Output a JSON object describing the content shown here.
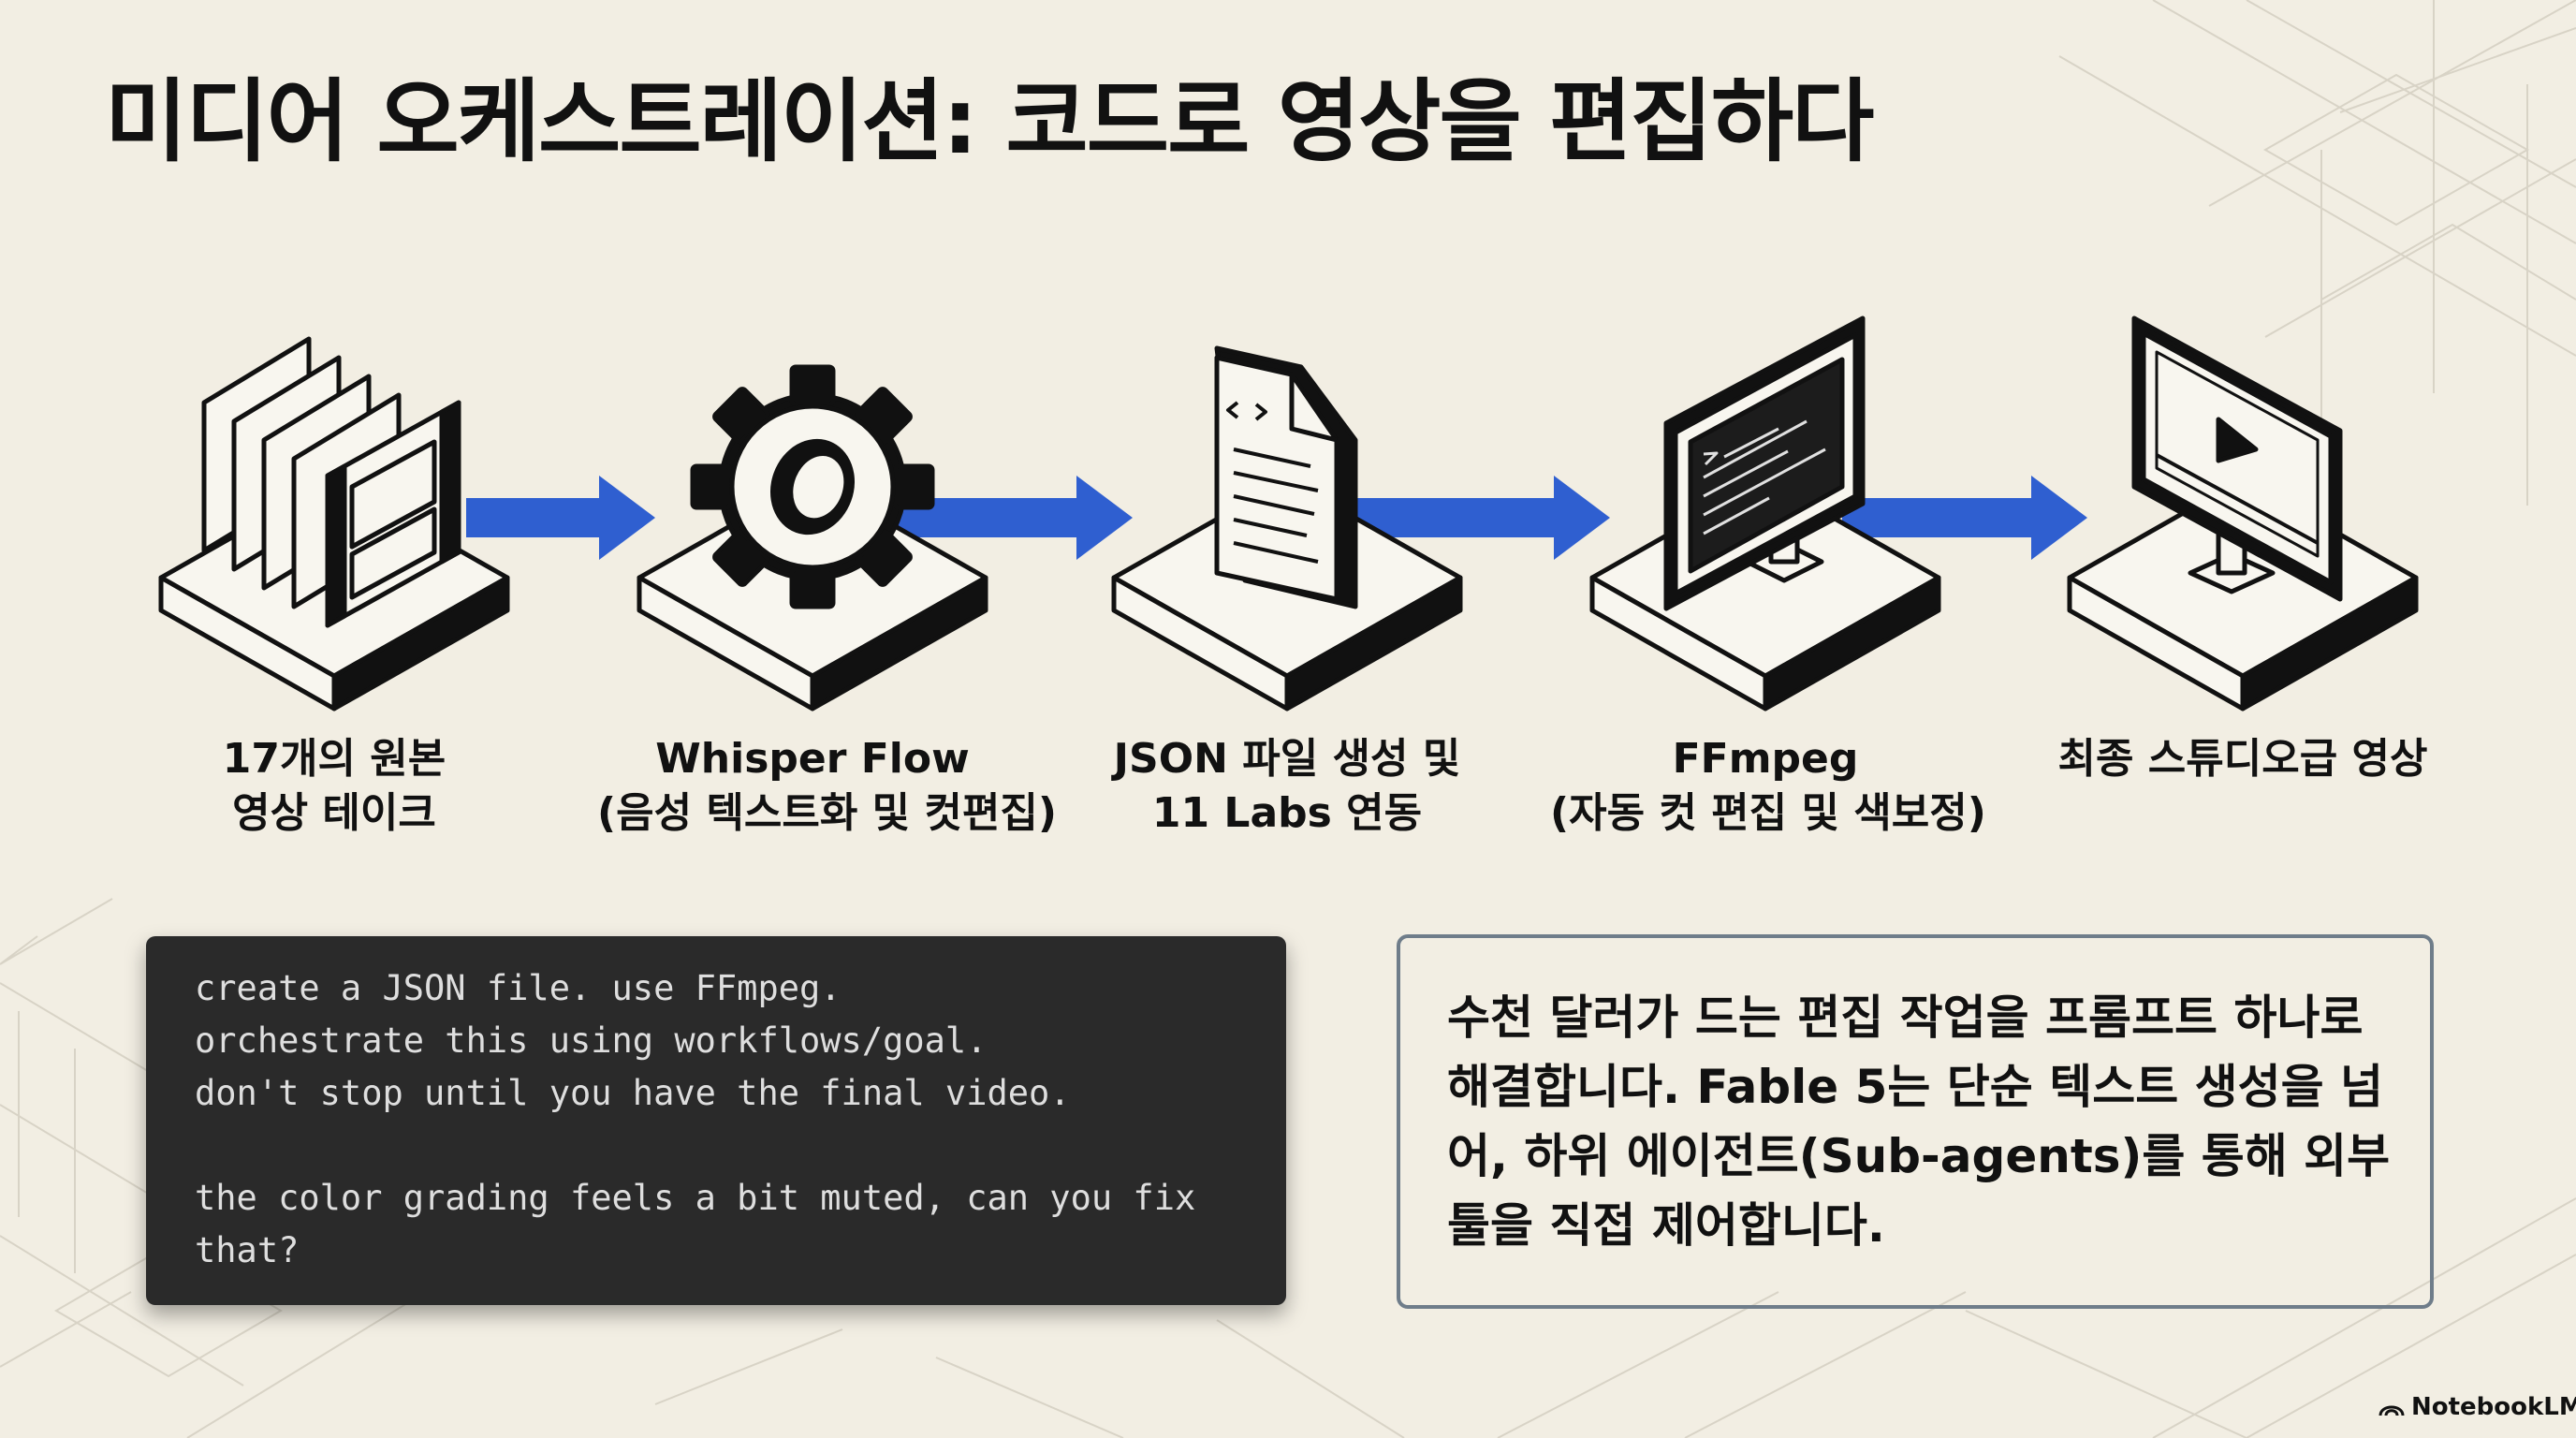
{
  "title": "미디어 오케스트레이션: 코드로 영상을 편집하다",
  "steps": [
    {
      "icon": "film-reels-icon",
      "lines": [
        "17개의 원본",
        "영상 테이크"
      ]
    },
    {
      "icon": "gear-icon",
      "lines": [
        "Whisper Flow",
        "(음성 텍스트화 및 컷편집)"
      ]
    },
    {
      "icon": "code-document-icon",
      "lines": [
        "JSON 파일 생성 및",
        "11 Labs 연동"
      ]
    },
    {
      "icon": "terminal-monitor-icon",
      "lines": [
        "FFmpeg",
        "(자동 컷 편집 및 색보정)"
      ]
    },
    {
      "icon": "video-monitor-icon",
      "lines": [
        "최종 스튜디오급 영상"
      ]
    }
  ],
  "code_box": {
    "lines": [
      "create a JSON file. use FFmpeg.",
      "orchestrate this using workflows/goal.",
      "don't stop until you have the final video.",
      "",
      "the color grading feels a bit muted, can you fix",
      "that?"
    ]
  },
  "description": {
    "lines": [
      "수천 달러가 드는 편집 작업을 프롬프트 하나로",
      "해결합니다. Fable 5는 단순 텍스트 생성을 넘",
      "어, 하위 에이전트(Sub-agents)를 통해 외부",
      "툴을 직접 제어합니다."
    ]
  },
  "brand": {
    "icon": "notebooklm-icon",
    "label": "NotebookLM"
  },
  "colors": {
    "arrow": "#2f5fd0",
    "background": "#f2eee3",
    "code_bg": "#2a2a2a",
    "box_border": "#6f7d8a"
  }
}
